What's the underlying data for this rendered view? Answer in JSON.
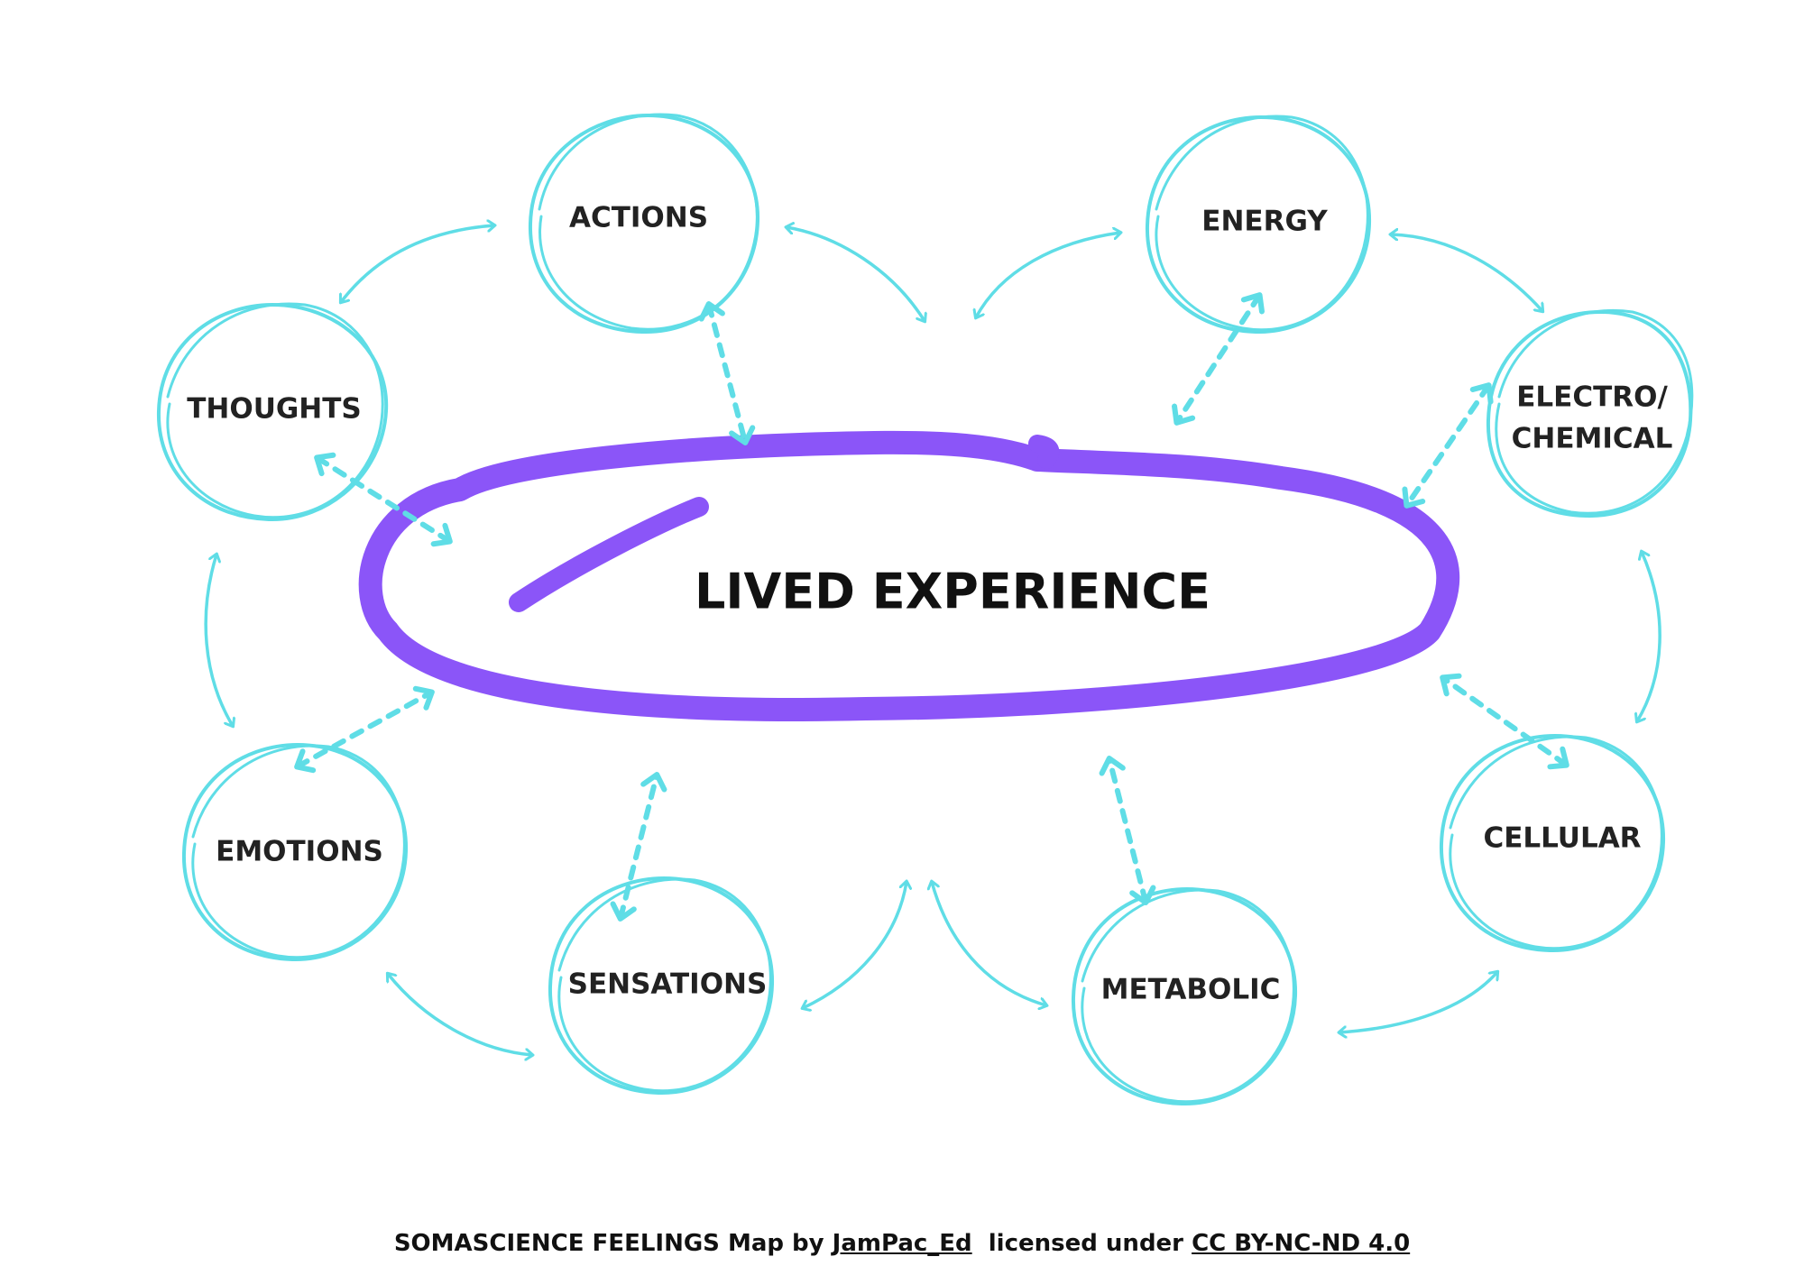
{
  "colors": {
    "accent": "#5fdde6",
    "center": "#8b55f8",
    "text": "#222222",
    "background": "#ffffff"
  },
  "center": {
    "label": "LIVED EXPERIENCE"
  },
  "nodes": {
    "actions": {
      "label": "ACTIONS"
    },
    "energy": {
      "label": "ENERGY"
    },
    "thoughts": {
      "label": "THOUGHTS"
    },
    "electrochemical": {
      "line1": "ELECTRO/",
      "line2": "CHEMICAL"
    },
    "emotions": {
      "label": "EMOTIONS"
    },
    "cellular": {
      "label": "CELLULAR"
    },
    "sensations": {
      "label": "SENSATIONS"
    },
    "metabolic": {
      "label": "METABOLIC"
    }
  },
  "footer": {
    "title": "SOMASCIENCE FEELINGS Map by",
    "author": "JamPac_Ed",
    "license_prefix": "licensed under",
    "license": "CC BY-NC-ND 4.0"
  }
}
